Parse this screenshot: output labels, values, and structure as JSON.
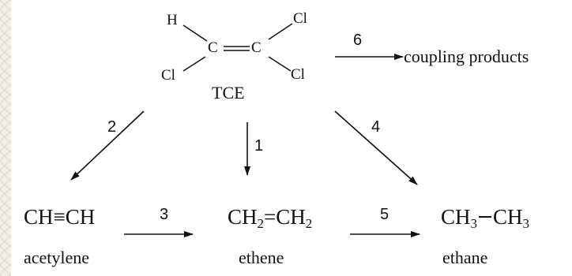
{
  "tce": {
    "atom_h": "H",
    "atom_c1": "C",
    "atom_c2": "C",
    "atom_cl_top_right": "Cl",
    "atom_cl_bottom_left": "Cl",
    "atom_cl_bottom_right": "Cl",
    "label": "TCE"
  },
  "pathways": {
    "p1": "1",
    "p2": "2",
    "p3": "3",
    "p4": "4",
    "p5": "5",
    "p6": "6"
  },
  "coupling_products": "coupling products",
  "acetylene": {
    "formula": "CH≡CH",
    "name": "acetylene"
  },
  "ethene": {
    "ch2_a": "CH",
    "sub_a": "2",
    "bond": "=",
    "ch2_b": "CH",
    "sub_b": "2",
    "name": "ethene"
  },
  "ethane": {
    "ch3_a": "CH",
    "sub_a": "3",
    "ch3_b": "CH",
    "sub_b": "3",
    "name": "ethane"
  },
  "colors": {
    "ink": "#111111",
    "background": "#ffffff",
    "border_pattern": "#e4e1d8"
  }
}
